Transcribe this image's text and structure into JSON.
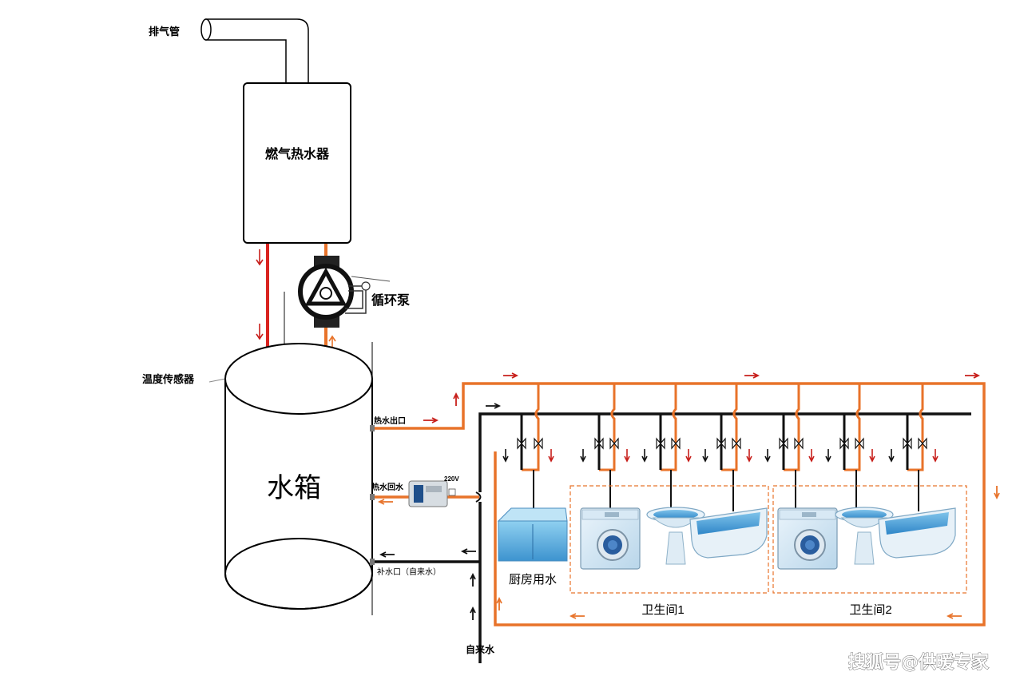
{
  "labels": {
    "exhaust_pipe": "排气管",
    "gas_water_heater": "燃气热水器",
    "circulation_pump": "循环泵",
    "temperature_sensor": "温度传感器",
    "water_tank": "水箱",
    "hot_water_outlet": "热水出口",
    "hot_water_return": "热水回水",
    "voltage": "220V",
    "makeup_inlet": "补水口（自来水）",
    "tap_water": "自来水",
    "kitchen_water": "厨房用水",
    "bathroom_1": "卫生间1",
    "bathroom_2": "卫生间2"
  },
  "watermark": "搜狐号@供暖专家",
  "colors": {
    "hot_pipe": "#e8732a",
    "heater_pipe": "#d9231f",
    "cold_pipe": "#111111",
    "arrow_red": "#c8201c",
    "bathroom_box": "#e8732a",
    "fixture_blue": "#4fa6d9"
  },
  "icons": {
    "pump": "circulation-pump-icon",
    "thermostat": "thermostat-controller-icon",
    "washing_machine": "washing-machine-icon",
    "sink": "pedestal-sink-icon",
    "bathtub": "bathtub-icon",
    "kitchen_sink": "kitchen-basin-icon"
  }
}
